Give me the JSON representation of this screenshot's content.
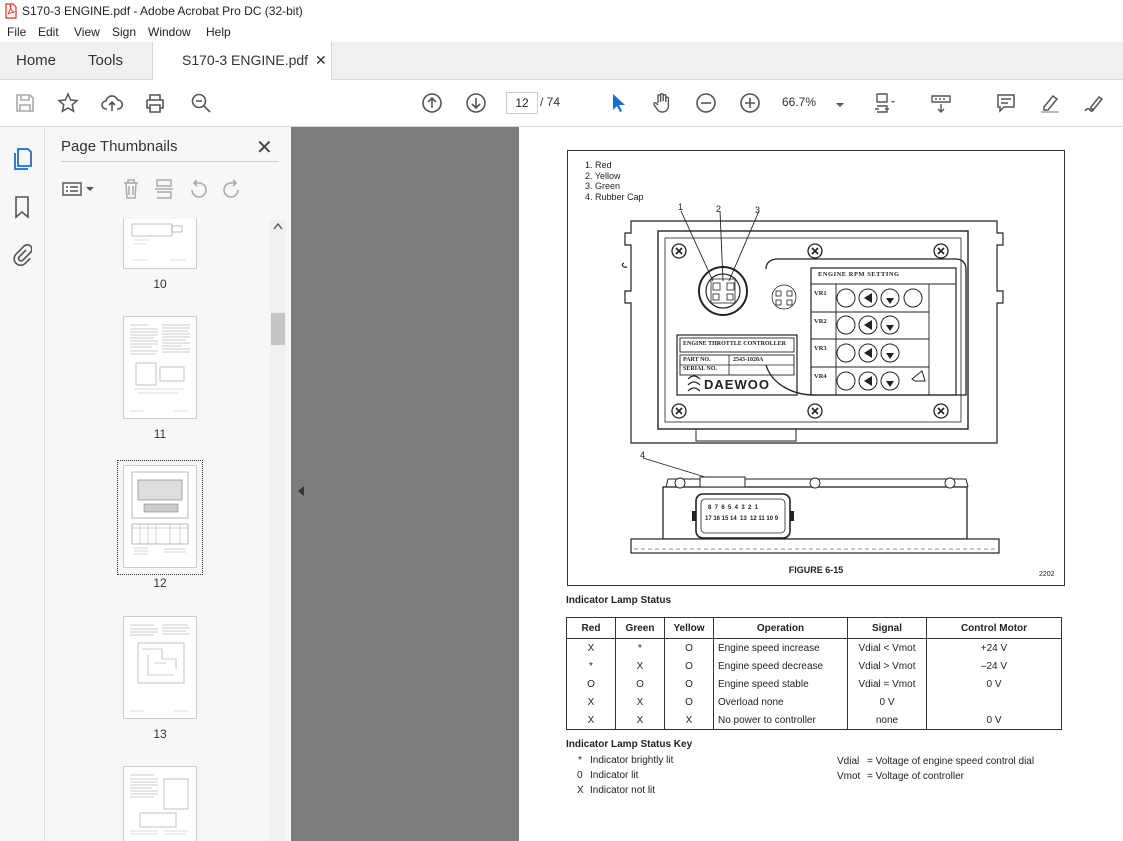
{
  "window": {
    "title": "S170-3 ENGINE.pdf - Adobe Acrobat Pro DC (32-bit)"
  },
  "menu": [
    "File",
    "Edit",
    "View",
    "Sign",
    "Window",
    "Help"
  ],
  "tabs": {
    "home": "Home",
    "tools": "Tools",
    "document": "S170-3 ENGINE.pdf"
  },
  "toolbar": {
    "page_current": "12",
    "page_total": "/ 74",
    "zoom": "66.7%"
  },
  "thumbnails": {
    "title": "Page Thumbnails",
    "pages": [
      {
        "num": "10"
      },
      {
        "num": "11"
      },
      {
        "num": "12",
        "selected": true
      },
      {
        "num": "13"
      }
    ]
  },
  "figure": {
    "legend": [
      "1.  Red",
      "2.  Yellow",
      "3.  Green",
      "4.  Rubber Cap"
    ],
    "callouts": [
      "1",
      "2",
      "3",
      "4"
    ],
    "panel_title": "ENGINE RPM SETTING",
    "rows": [
      "VR1",
      "VR2",
      "VR3",
      "VR4"
    ],
    "controller_name": "ENGINE THROTTLE CONTROLLER",
    "part_no_label": "PART NO.",
    "part_no": "2543-1020A",
    "serial_label": "SERIAL NO.",
    "brand": "DAEWOO",
    "connector_top": "8  7  6  5  4  3  2  1",
    "connector_bottom": "17 16 15 14  13  12 11 10 9",
    "caption": "FIGURE 6-15",
    "code": "2202"
  },
  "lamp_table": {
    "heading": "Indicator Lamp Status",
    "columns": [
      "Red",
      "Green",
      "Yellow",
      "Operation",
      "Signal",
      "Control Motor"
    ],
    "rows": [
      [
        "X",
        "*",
        "O",
        "Engine speed increase",
        "Vdial < Vmot",
        "+24 V"
      ],
      [
        "*",
        "X",
        "O",
        "Engine speed decrease",
        "Vdial > Vmot",
        "–24 V"
      ],
      [
        "O",
        "O",
        "O",
        "Engine speed stable",
        "Vdial = Vmot",
        "0 V"
      ],
      [
        "X",
        "X",
        "O",
        "Overload  none",
        "0 V",
        ""
      ],
      [
        "X",
        "X",
        "X",
        "No power to controller",
        "none",
        "0 V"
      ]
    ]
  },
  "key": {
    "heading": "Indicator Lamp Status Key",
    "items": [
      {
        "sym": "*",
        "text": "Indicator brightly lit"
      },
      {
        "sym": "0",
        "text": "Indicator lit"
      },
      {
        "sym": "X",
        "text": "Indicator not lit"
      }
    ],
    "defs": [
      {
        "sym": "Vdial",
        "text": "=  Voltage of engine speed control dial"
      },
      {
        "sym": "Vmot",
        "text": "=  Voltage of controller"
      }
    ]
  }
}
